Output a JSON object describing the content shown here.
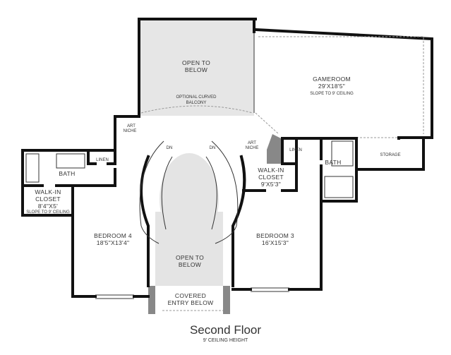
{
  "title": "Second Floor",
  "subtitle": "9' CEILING HEIGHT",
  "rooms": {
    "open_top": {
      "l1": "OPEN TO",
      "l2": "BELOW"
    },
    "balcony": {
      "l1": "OPTIONAL CURVED",
      "l2": "BALCONY"
    },
    "gameroom": {
      "name": "GAMEROOM",
      "dims": "29'X18'5\"",
      "note": "SLOPE TO 9' CEILING"
    },
    "art_niche_left": {
      "l1": "ART",
      "l2": "NICHE"
    },
    "art_niche_right": {
      "l1": "ART",
      "l2": "NICHE"
    },
    "dn_left": "DN",
    "dn_right": "DN",
    "linen_left": "LINEN",
    "linen_right": "LINEN",
    "bath_left": "BATH",
    "bath_right": "BATH",
    "storage": "STORAGE",
    "closet_left": {
      "l1": "WALK-IN",
      "l2": "CLOSET",
      "dims": "8'4\"X5'",
      "note": "SLOPE TO 9' CEILING"
    },
    "closet_right": {
      "l1": "WALK-IN",
      "l2": "CLOSET",
      "dims": "9'X5'3\""
    },
    "bedroom4": {
      "name": "BEDROOM 4",
      "dims": "18'5\"X13'4\""
    },
    "bedroom3": {
      "name": "BEDROOM 3",
      "dims": "16'X15'3\""
    },
    "open_bottom": {
      "l1": "OPEN TO",
      "l2": "BELOW"
    },
    "entry": {
      "l1": "COVERED",
      "l2": "ENTRY BELOW"
    }
  },
  "colors": {
    "wall": "#111111",
    "open": "#e6e6e6",
    "accent": "#8a8a8a"
  }
}
